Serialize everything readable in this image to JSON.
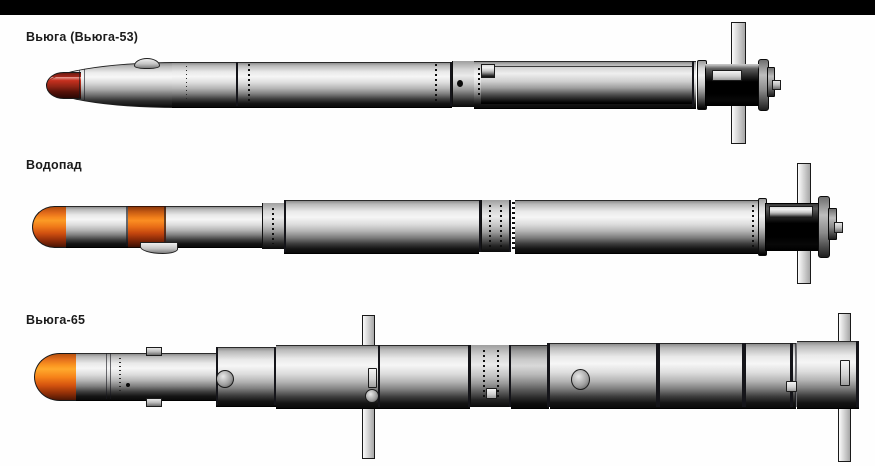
{
  "figure": {
    "background_color": "#ffffff",
    "top_bar_color": "#000000",
    "accent_colors": {
      "nose_dark_red": "#a8281b",
      "nose_orange": "#f8891f",
      "nose_orange_bright": "#ffa92c",
      "band_orange": "#ef7d1a",
      "body_light": "#f6f6f6",
      "body_dark": "#0a0a0a",
      "outline": "#151515"
    }
  },
  "diagrams": [
    {
      "id": "vyuga-53",
      "label": "Вьюга (Вьюга-53)",
      "nose_tip_color": "#a8281b",
      "nose_shape": "ogive",
      "fin_arrangement": "tail-cruciform",
      "sections": [
        "nose-cone",
        "forward-body",
        "mid-body",
        "instrument-ring",
        "booster-cutaway",
        "tail-nozzle"
      ]
    },
    {
      "id": "vodopad",
      "label": "Водопад",
      "nose_tip_color": "#f8891f",
      "nose_shape": "rounded",
      "fin_arrangement": "tail-cruciform",
      "sections": [
        "nose-cone",
        "orange-band",
        "forward-body",
        "mid-body",
        "instrument-ring",
        "aft-body",
        "tail-nozzle"
      ]
    },
    {
      "id": "vyuga-65",
      "label": "Вьюга-65",
      "nose_tip_color": "#ffa92c",
      "nose_shape": "rounded",
      "fin_arrangement": "mid-and-tail-cruciform",
      "sections": [
        "nose-cone",
        "guidance-section",
        "forward-fin-collar",
        "mid-body",
        "instrument-ring",
        "aft-body",
        "tail-section"
      ]
    }
  ]
}
